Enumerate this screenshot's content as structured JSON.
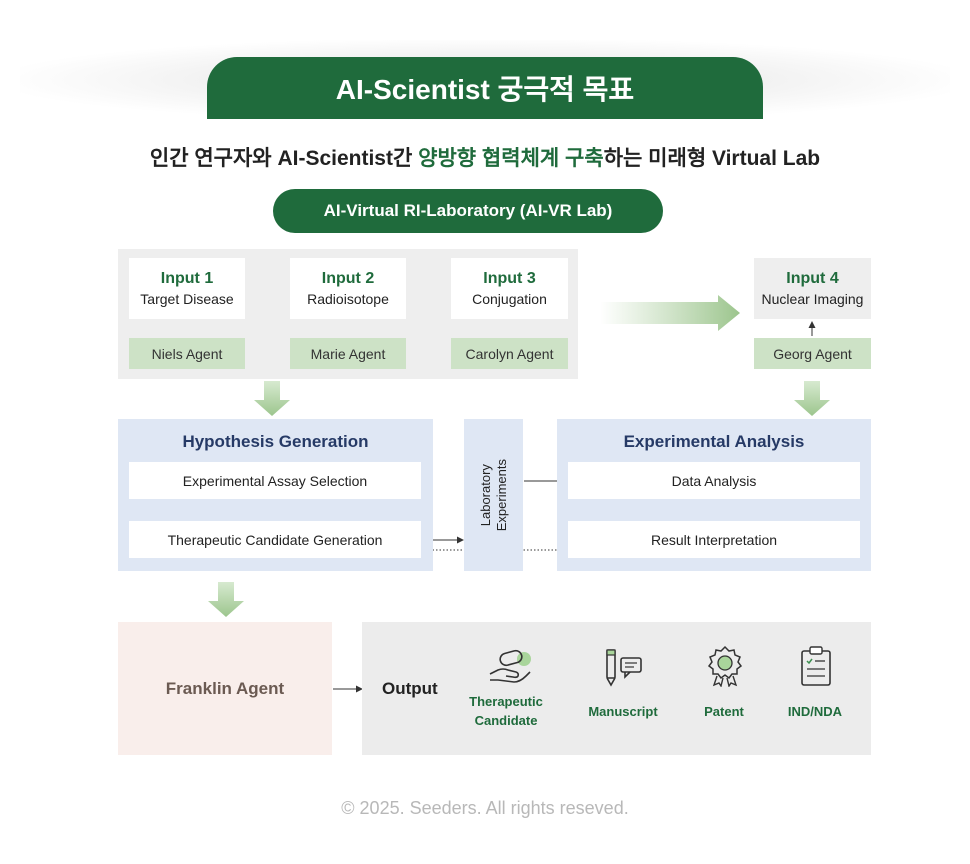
{
  "header": {
    "banner_title": "AI-Scientist 궁극적 목표",
    "subtitle_prefix": "인간 연구자와 AI-Scientist간 ",
    "subtitle_highlight": "양방향 협력체계 구축",
    "subtitle_suffix": "하는 미래형 Virtual Lab",
    "lab_name": "AI-Virtual RI-Laboratory (AI-VR Lab)"
  },
  "inputs": [
    {
      "title": "Input 1",
      "subtitle": "Target Disease",
      "agent": "Niels Agent"
    },
    {
      "title": "Input 2",
      "subtitle": "Radioisotope",
      "agent": "Marie Agent"
    },
    {
      "title": "Input 3",
      "subtitle": "Conjugation",
      "agent": "Carolyn Agent"
    },
    {
      "title": "Input 4",
      "subtitle": "Nuclear Imaging",
      "agent": "Georg Agent"
    }
  ],
  "hypothesis": {
    "title": "Hypothesis Generation",
    "step1": "Experimental Assay Selection",
    "step2": "Therapeutic Candidate Generation"
  },
  "lab_experiments": {
    "line1": "Laboratory",
    "line2": "Experiments"
  },
  "analysis": {
    "title": "Experimental Analysis",
    "step1": "Data Analysis",
    "step2": "Result Interpretation"
  },
  "franklin": {
    "label": "Franklin Agent"
  },
  "output": {
    "label": "Output",
    "items": [
      {
        "line1": "Therapeutic",
        "line2": "Candidate",
        "icon": "hand-capsule-icon"
      },
      {
        "line1": "Manuscript",
        "line2": "",
        "icon": "pencil-speech-icon"
      },
      {
        "line1": "Patent",
        "line2": "",
        "icon": "award-badge-icon"
      },
      {
        "line1": "IND/NDA",
        "line2": "",
        "icon": "clipboard-icon"
      }
    ]
  },
  "footer": {
    "copyright": "© 2025. Seeders. All rights reseved."
  },
  "colors": {
    "brand_green": "#1f6b3c",
    "light_green": "#cde2c6",
    "blue_panel": "#dfe7f4",
    "title_navy": "#263a66"
  }
}
